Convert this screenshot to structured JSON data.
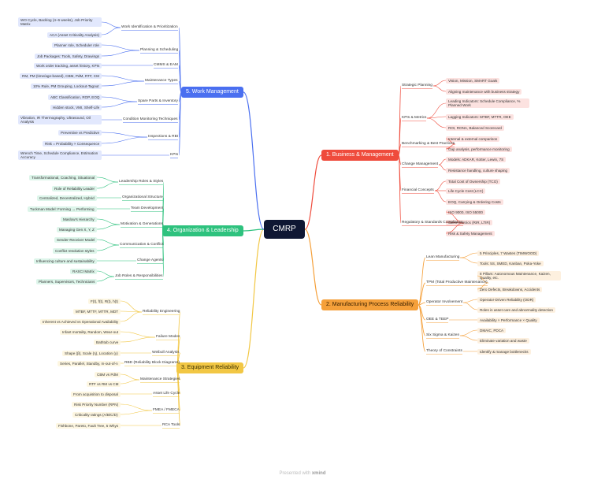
{
  "center": {
    "label": "CMRP"
  },
  "footer": {
    "text": "Presented with",
    "brand": "xmind"
  },
  "branches": [
    {
      "id": "b1",
      "label": "1. Business & Management",
      "color": "#ef4b3c",
      "children": [
        {
          "label": "Strategic Planning",
          "children": [
            "Vision, Mission, SMART Goals",
            "Aligning maintenance with business strategy"
          ]
        },
        {
          "label": "KPIs & Metrics",
          "children": [
            "Leading Indicators: Schedule Compliance, % Planned Work",
            "Lagging Indicators: MTBF, MTTR, OEE",
            "ROI, RONA, Balanced Scorecard"
          ]
        },
        {
          "label": "Benchmarking & Best Practices",
          "children": [
            "Internal & external comparison",
            "Gap analysis, performance monitoring"
          ]
        },
        {
          "label": "Change Management",
          "children": [
            "Models: ADKAR, Kotter, Lewin, 7S",
            "Resistance handling, culture shaping"
          ]
        },
        {
          "label": "Financial Concepts",
          "children": [
            "Total Cost of Ownership (TCO)",
            "Life Cycle Cost (LCC)",
            "EOQ, Carrying & Ordering Costs"
          ]
        },
        {
          "label": "Regulatory & Standards Compliance",
          "children": [
            "ISO 9000, ISO 55000",
            "OSHA metrics (RIR, LTIR)",
            "Risk & Safety Management"
          ]
        }
      ]
    },
    {
      "id": "b2",
      "label": "2. Manufacturing Process Reliability",
      "color": "#f5a03a",
      "children": [
        {
          "label": "Lean Manufacturing",
          "children": [
            "5 Principles, 7 Wastes (TIMWOOD)",
            "Tools: 5S, SMED, Kanban, Poka-Yoke"
          ]
        },
        {
          "label": "TPM (Total Productive Maintenance)",
          "children": [
            "8 Pillars: Autonomous Maintenance, Kaizen, Quality, etc.",
            "Zero Defects, Breakdowns, Accidents"
          ]
        },
        {
          "label": "Operator Involvement",
          "children": [
            "Operator-Driven Reliability (ODR)",
            "Roles in asset care and abnormality detection"
          ]
        },
        {
          "label": "OEE & TEEP",
          "children": [
            "Availability × Performance × Quality"
          ]
        },
        {
          "label": "Six Sigma & Kaizen",
          "children": [
            "DMAIC, PDCA",
            "Eliminate variation and waste"
          ]
        },
        {
          "label": "Theory of Constraints",
          "children": [
            "Identify & manage bottlenecks"
          ]
        }
      ]
    },
    {
      "id": "b3",
      "label": "3. Equipment Reliability",
      "color": "#f2c744",
      "children": [
        {
          "label": "Reliability Engineering",
          "children": [
            "F(t), f(t), R(t), h(t)",
            "MTBF, MTTF, MTTR, MDT",
            "Inherent vs Achieved vs Operational Availability"
          ]
        },
        {
          "label": "Failure Modes",
          "children": [
            "Infant mortality, Random, Wear-out",
            "Bathtub curve"
          ]
        },
        {
          "label": "Weibull Analysis",
          "children": [
            "Shape (β), Scale (η), Location (γ)"
          ]
        },
        {
          "label": "RBD (Reliability Block Diagrams)",
          "children": [
            "Series, Parallel, Standby, m-out-of-n"
          ]
        },
        {
          "label": "Maintenance Strategies",
          "children": [
            "CBM vs PdM",
            "RTF vs RM vs CM"
          ]
        },
        {
          "label": "Asset Life Cycle",
          "children": [
            "From acquisition to disposal"
          ]
        },
        {
          "label": "FMEA / FMECA",
          "children": [
            "Risk Priority Number (RPN)",
            "Criticality ratings (A/B/C/D)"
          ]
        },
        {
          "label": "RCA Tools",
          "children": [
            "Fishbone, Pareto, Fault Tree, 5 Whys"
          ]
        }
      ]
    },
    {
      "id": "b4",
      "label": "4. Organization & Leadership",
      "color": "#2ec27e",
      "children": [
        {
          "label": "Leadership Roles & Styles",
          "children": [
            "Transformational, Coaching, Situational",
            "Role of Reliability Leader"
          ]
        },
        {
          "label": "Organizational Structure",
          "children": [
            "Centralized, Decentralized, Hybrid"
          ]
        },
        {
          "label": "Team Development",
          "children": [
            "Tuckman Model: Forming → Performing"
          ]
        },
        {
          "label": "Motivation & Generations",
          "children": [
            "Maslow's Hierarchy",
            "Managing Gen X, Y, Z"
          ]
        },
        {
          "label": "Communication & Conflict",
          "children": [
            "Sender-Receiver Model",
            "Conflict resolution styles"
          ]
        },
        {
          "label": "Change Agents",
          "children": [
            "Influencing culture and sustainability"
          ]
        },
        {
          "label": "Job Roles & Responsibilities",
          "children": [
            "RASCI Matrix",
            "Planners, Supervisors, Technicians"
          ]
        }
      ]
    },
    {
      "id": "b5",
      "label": "5. Work Management",
      "color": "#4a6ff0",
      "children": [
        {
          "label": "Work Identification & Prioritization",
          "children": [
            "WO Cycle, Backlog (4–6 weeks), Job Priority Matrix",
            "ACA (Asset Criticality Analysis)"
          ]
        },
        {
          "label": "Planning & Scheduling",
          "children": [
            "Planner role, Scheduler role",
            "Job Packages: Tools, Safety, Drawings"
          ]
        },
        {
          "label": "CMMS & EAM",
          "children": [
            "Work order tracking, asset history, KPIs"
          ]
        },
        {
          "label": "Maintenance Types",
          "children": [
            "RM, PM (time/age-based), CBM, PdM, RTF, CM",
            "10% Rule, PM Grouping, Lockout-Tagout"
          ]
        },
        {
          "label": "Spare Parts & Inventory",
          "children": [
            "ABC Classification, ROP, EOQ",
            "Hidden stock, VMI, Shelf-Life"
          ]
        },
        {
          "label": "Condition Monitoring Techniques",
          "children": [
            "Vibration, IR Thermography, Ultrasound, Oil Analysis"
          ]
        },
        {
          "label": "Inspections & RBI",
          "children": [
            "Preventive vs Predictive",
            "Risk = Probability × Consequence"
          ]
        },
        {
          "label": "KPIs",
          "children": [
            "Wrench Time, Schedule Compliance, Estimation Accuracy"
          ]
        }
      ]
    }
  ]
}
